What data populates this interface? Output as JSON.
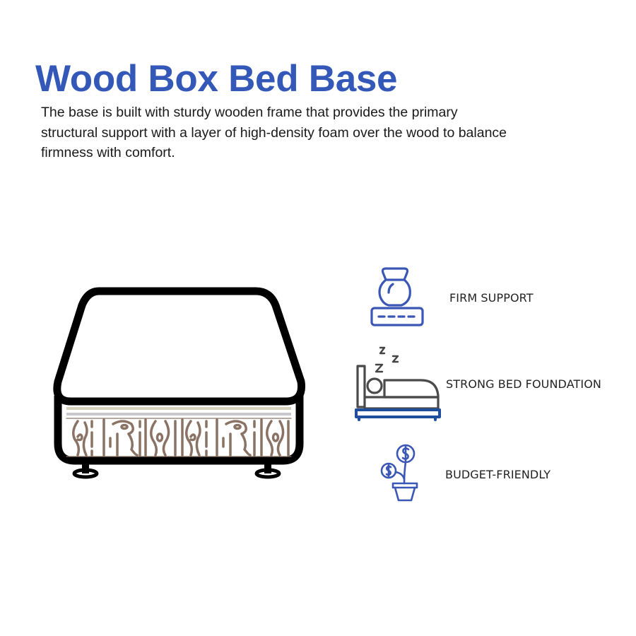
{
  "header": {
    "title": "Wood Box Bed Base",
    "description": "The base is built with sturdy wooden frame that provides the primary structural support with a layer of high-density foam over the wood to balance firmness with comfort."
  },
  "illustration": {
    "name": "wood-box-bed-base-illustration",
    "colors": {
      "outline": "#000000",
      "wood_grain": "#8a7364",
      "foam_layer": "#d6d2bf",
      "cover_layer": "#c8c8cc"
    }
  },
  "features": [
    {
      "icon": "kettlebell-on-scale-icon",
      "label": "FIRM SUPPORT"
    },
    {
      "icon": "sleeping-bed-icon",
      "label": "STRONG BED FOUNDATION"
    },
    {
      "icon": "money-plant-icon",
      "label": "BUDGET-FRIENDLY"
    }
  ],
  "colors": {
    "accent": "#3358b7",
    "icon_blue": "#3a57b5",
    "bed_frame_blue": "#1f4f9c",
    "icon_gray": "#4a4a4a",
    "text": "#1a1a1a"
  }
}
